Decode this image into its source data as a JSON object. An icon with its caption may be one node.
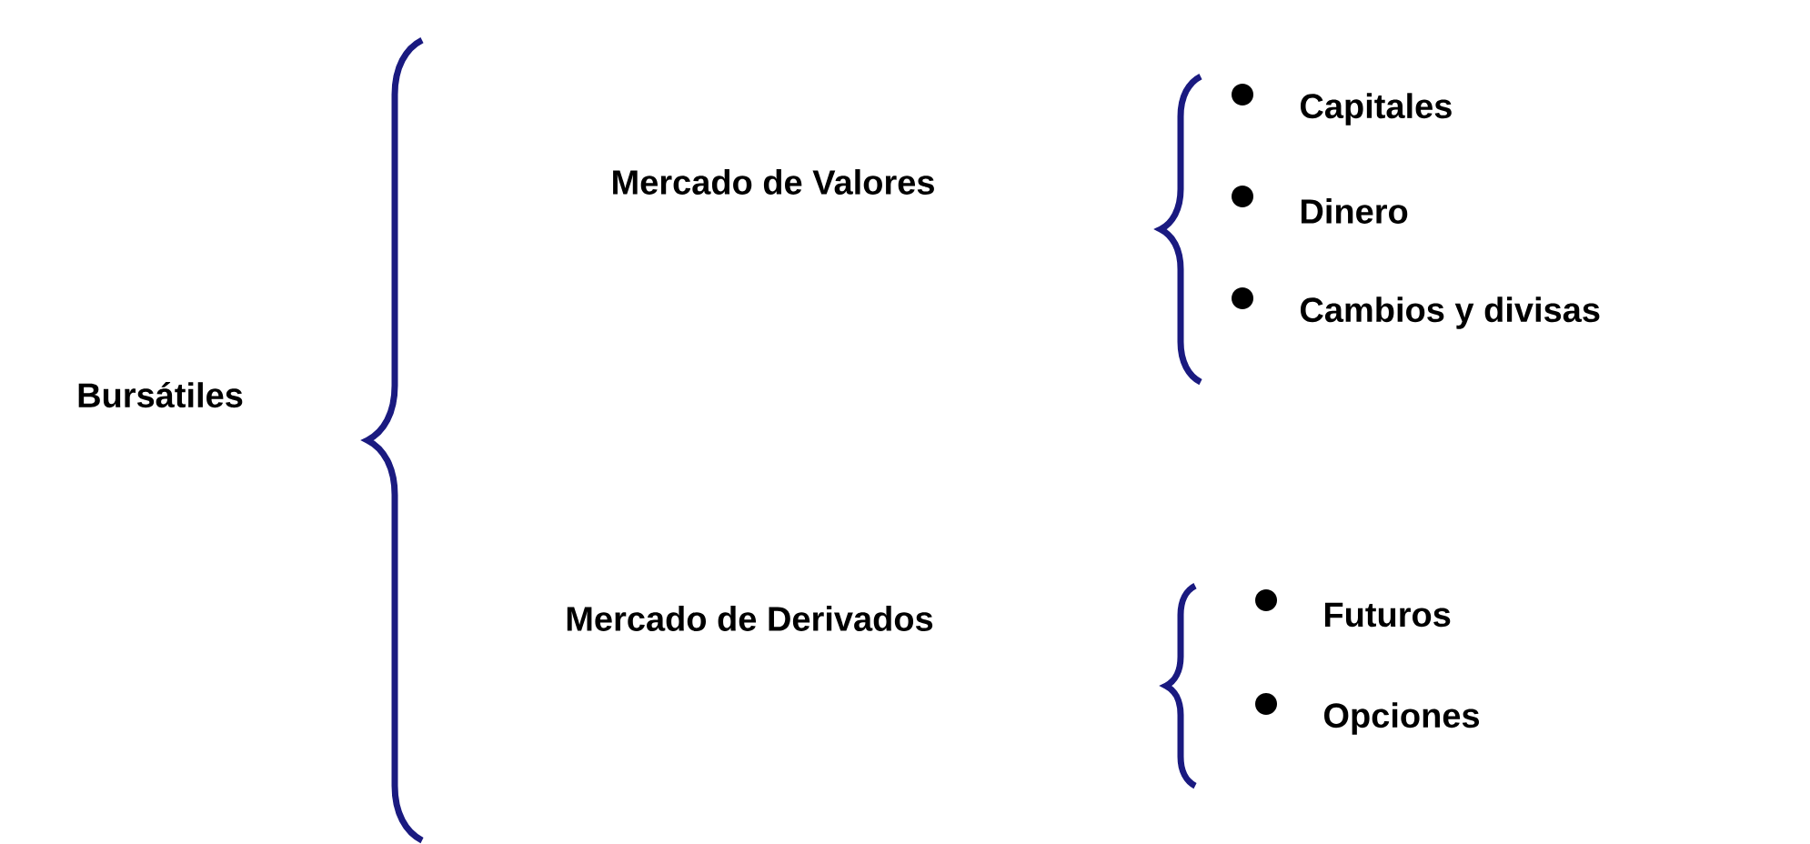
{
  "diagram": {
    "nodes": [
      {
        "text": [
          "Bursátiles"
        ]
      },
      {
        "text": [
          "Mercado de Valores"
        ]
      },
      {
        "text": [
          "Mercado de Derivados"
        ]
      },
      {
        "text": [
          "Capitales"
        ]
      },
      {
        "text": [
          "Dinero"
        ]
      },
      {
        "text": [
          "Cambios y divisas"
        ]
      },
      {
        "text": [
          "Futuros"
        ]
      },
      {
        "text": [
          "Opciones"
        ]
      }
    ]
  }
}
